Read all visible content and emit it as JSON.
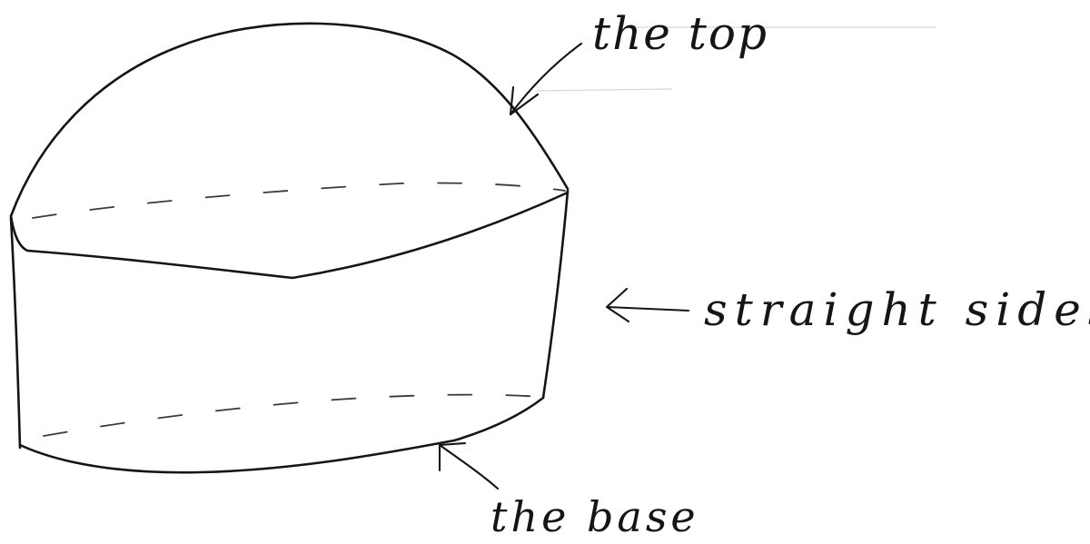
{
  "labels": {
    "top": "the top",
    "sides": "straight sides",
    "base": "the base"
  },
  "ink_color": "#151515"
}
